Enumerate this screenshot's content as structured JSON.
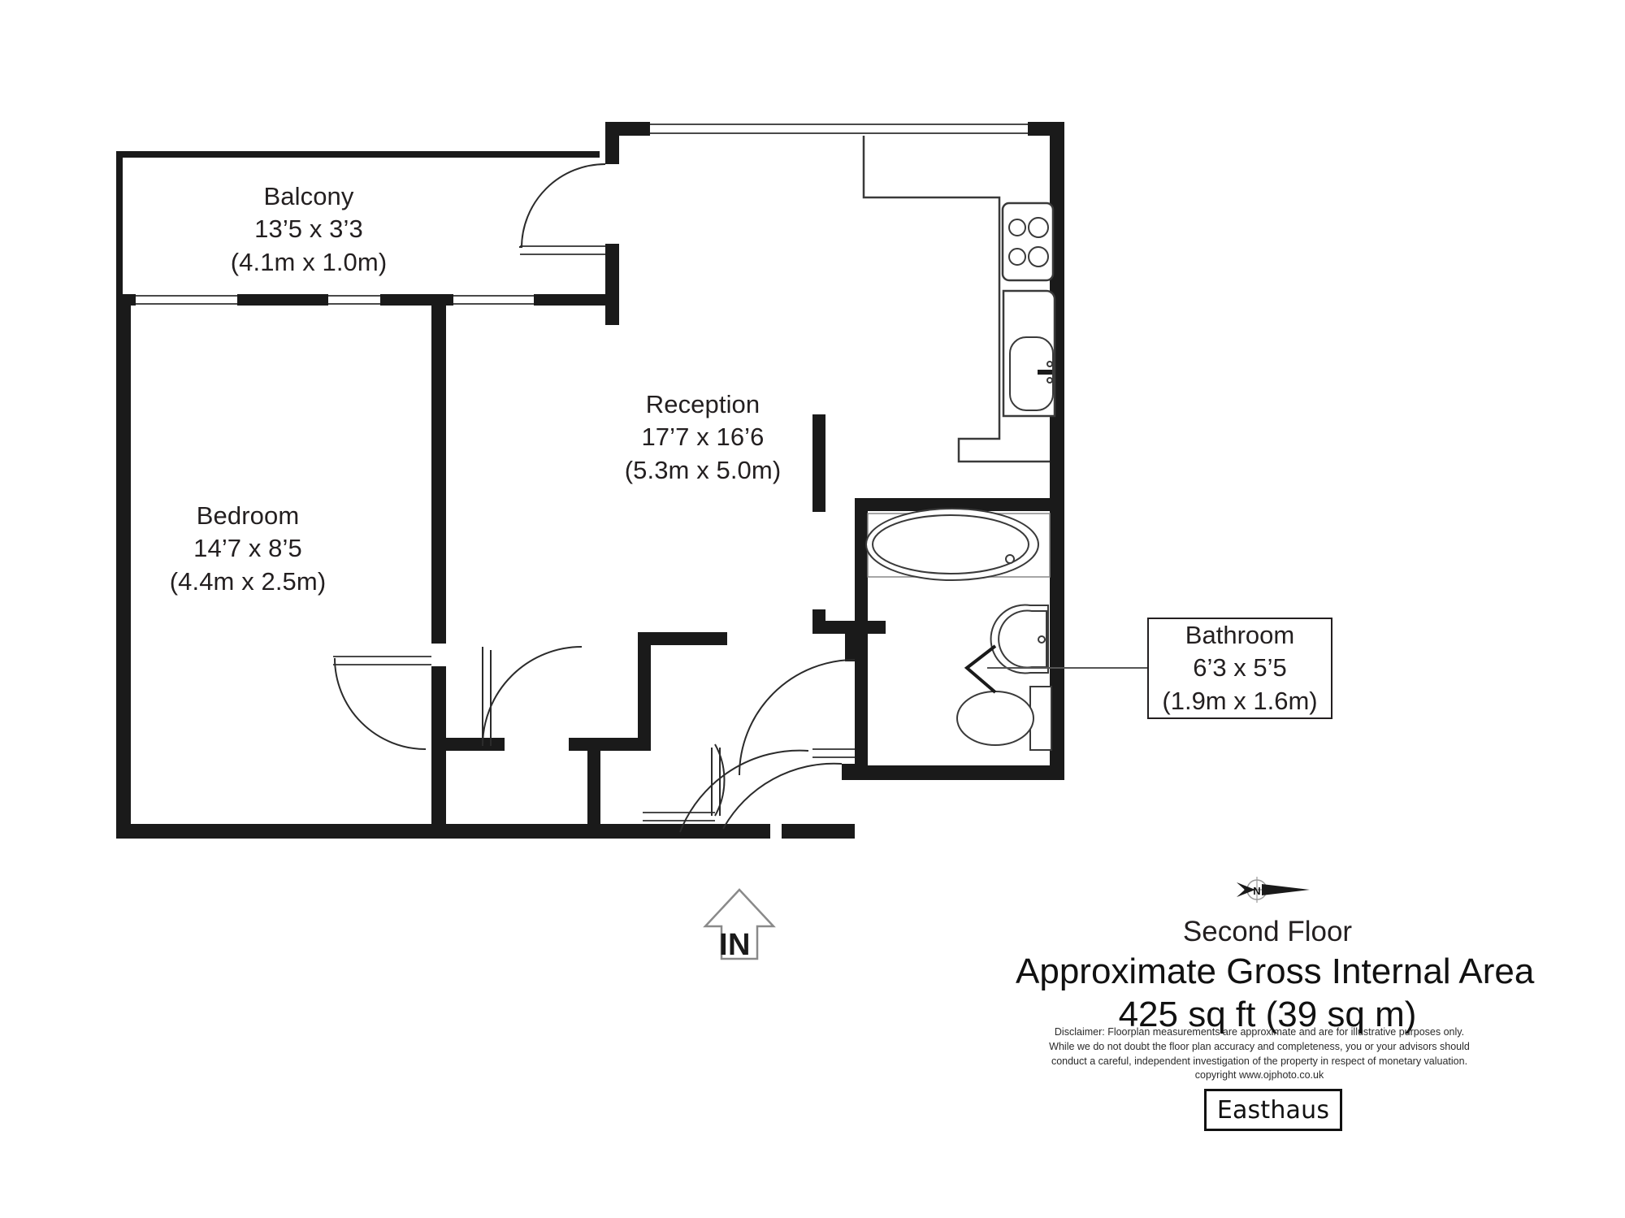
{
  "document": {
    "type": "floor-plan",
    "floor_name": "Second Floor",
    "area_heading": "Approximate Gross Internal Area",
    "area_value": "425 sq ft (39 sq m)",
    "entry_marker": "IN",
    "compass": "north-arrow-icon"
  },
  "rooms": [
    {
      "key": "balcony",
      "name": "Balcony",
      "imperial": "13’5 x 3’3",
      "metric": "(4.1m x 1.0m)"
    },
    {
      "key": "reception",
      "name": "Reception",
      "imperial": "17’7 x 16’6",
      "metric": "(5.3m x 5.0m)"
    },
    {
      "key": "bedroom",
      "name": "Bedroom",
      "imperial": "14’7 x 8’5",
      "metric": "(4.4m x 2.5m)"
    },
    {
      "key": "bathroom",
      "name": "Bathroom",
      "imperial": "6’3 x 5’5",
      "metric": "(1.9m x 1.6m)"
    }
  ],
  "fixtures": [
    "hob-icon",
    "sink-icon",
    "bathtub-icon",
    "wash-basin-icon",
    "toilet-icon"
  ],
  "disclaimer": {
    "line1": "Disclaimer: Floorplan measurements are approximate and are for illustrative purposes only.",
    "line2": "While we do not doubt the floor plan accuracy and completeness, you or your advisors should",
    "line3": "conduct a careful, independent investigation of the property in respect of monetary valuation.",
    "line4": "copyright www.ojphoto.co.uk"
  },
  "branding": {
    "name": "Easthaus"
  },
  "colors": {
    "wall": "#1a1a1a",
    "fixture_line": "#333333",
    "text": "#231f20",
    "background": "#ffffff"
  }
}
